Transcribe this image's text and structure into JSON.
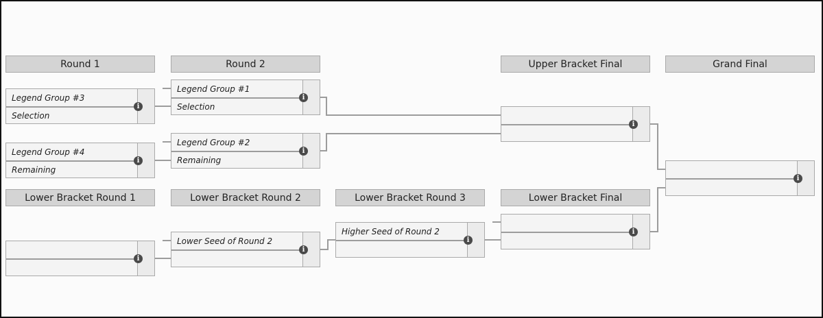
{
  "headers": {
    "round1": "Round 1",
    "round2": "Round 2",
    "upper_final": "Upper Bracket Final",
    "grand_final": "Grand Final",
    "lower_r1": "Lower Bracket Round 1",
    "lower_r2": "Lower Bracket Round 2",
    "lower_r3": "Lower Bracket Round 3",
    "lower_final": "Lower Bracket Final"
  },
  "matches": {
    "r1_m1": {
      "top": "Legend Group #3",
      "bottom": "Selection"
    },
    "r1_m2": {
      "top": "Legend Group #4",
      "bottom": "Remaining"
    },
    "r2_m1": {
      "top": "Legend Group #1",
      "bottom": "Selection"
    },
    "r2_m2": {
      "top": "Legend Group #2",
      "bottom": "Remaining"
    },
    "upper_final": {
      "top": "",
      "bottom": ""
    },
    "grand_final": {
      "top": "",
      "bottom": ""
    },
    "lower_r1": {
      "top": "",
      "bottom": ""
    },
    "lower_r2": {
      "top": "Lower Seed of Round 2",
      "bottom": ""
    },
    "lower_r3": {
      "top": "Higher Seed of Round 2",
      "bottom": ""
    },
    "lower_final": {
      "top": "",
      "bottom": ""
    }
  },
  "icons": {
    "match_info": "info-icon"
  },
  "colors": {
    "header_bg": "#d4d4d4",
    "match_bg": "#f4f4f4",
    "connector": "#9c9c9c",
    "icon": "#4a4a4a"
  }
}
